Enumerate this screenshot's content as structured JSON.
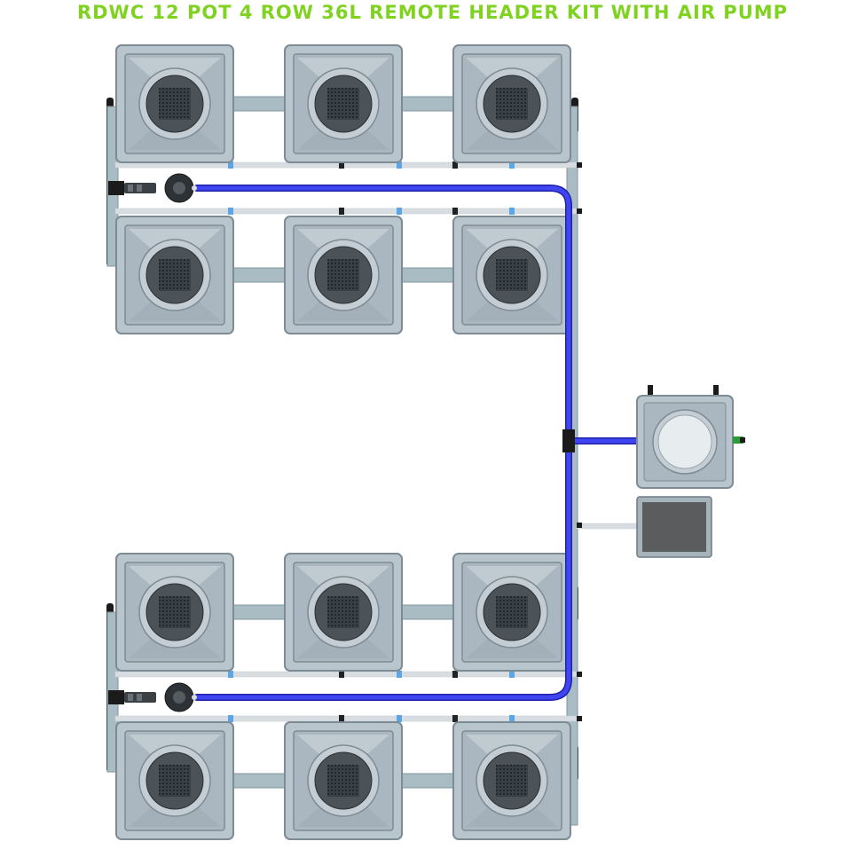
{
  "title": "RDWC 12 POT 4 ROW 36L REMOTE HEADER KIT WITH AIR PUMP",
  "colors": {
    "title": "#7fd320",
    "pot_body": "#b9c5cd",
    "pot_inner": "#aab7c0",
    "pot_edge": "#7d8b95",
    "net_pot": "#4b5359",
    "net_mesh": "#2c3237",
    "pipe": "#a9bcc4",
    "pipe_edge": "#7f959e",
    "blue_hose": "#3f45f0",
    "blue_hose_edge": "#1f22a8",
    "feed_line": "#d8dde2",
    "connector_blue": "#5aa6e6",
    "bracket": "#1b1b1b",
    "header_lid": "#e7ecef",
    "air_pump": "#5a5c5e",
    "air_pump_frame": "#a7b3bb"
  },
  "components": {
    "pots": [
      {
        "name": "pot-row1-1"
      },
      {
        "name": "pot-row1-2"
      },
      {
        "name": "pot-row1-3"
      },
      {
        "name": "pot-row2-1"
      },
      {
        "name": "pot-row2-2"
      },
      {
        "name": "pot-row2-3"
      },
      {
        "name": "pot-row3-1"
      },
      {
        "name": "pot-row3-2"
      },
      {
        "name": "pot-row3-3"
      },
      {
        "name": "pot-row4-1"
      },
      {
        "name": "pot-row4-2"
      },
      {
        "name": "pot-row4-3"
      }
    ],
    "header_tank": {
      "name": "header-tank"
    },
    "air_pump": {
      "name": "air-pump"
    },
    "water_pumps": [
      {
        "name": "water-pump-upper"
      },
      {
        "name": "water-pump-lower"
      }
    ]
  }
}
